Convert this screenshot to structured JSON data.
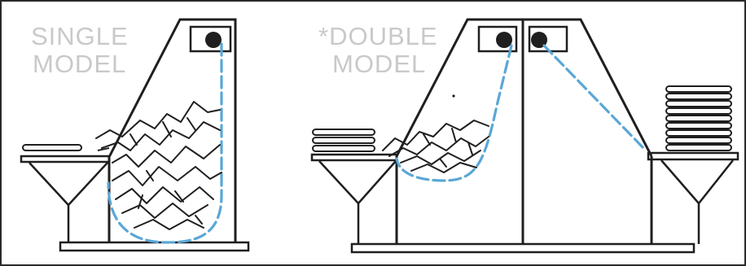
{
  "single_model": {
    "line1": "SINGLE",
    "line2": "MODEL"
  },
  "double_model": {
    "line1": "*DOUBLE",
    "line2": "MODEL"
  },
  "colors": {
    "line": "#1f1f1f",
    "dashed_path": "#5aa7d6",
    "caption": "#c9c9c9",
    "frame": "#2a2a2a"
  }
}
